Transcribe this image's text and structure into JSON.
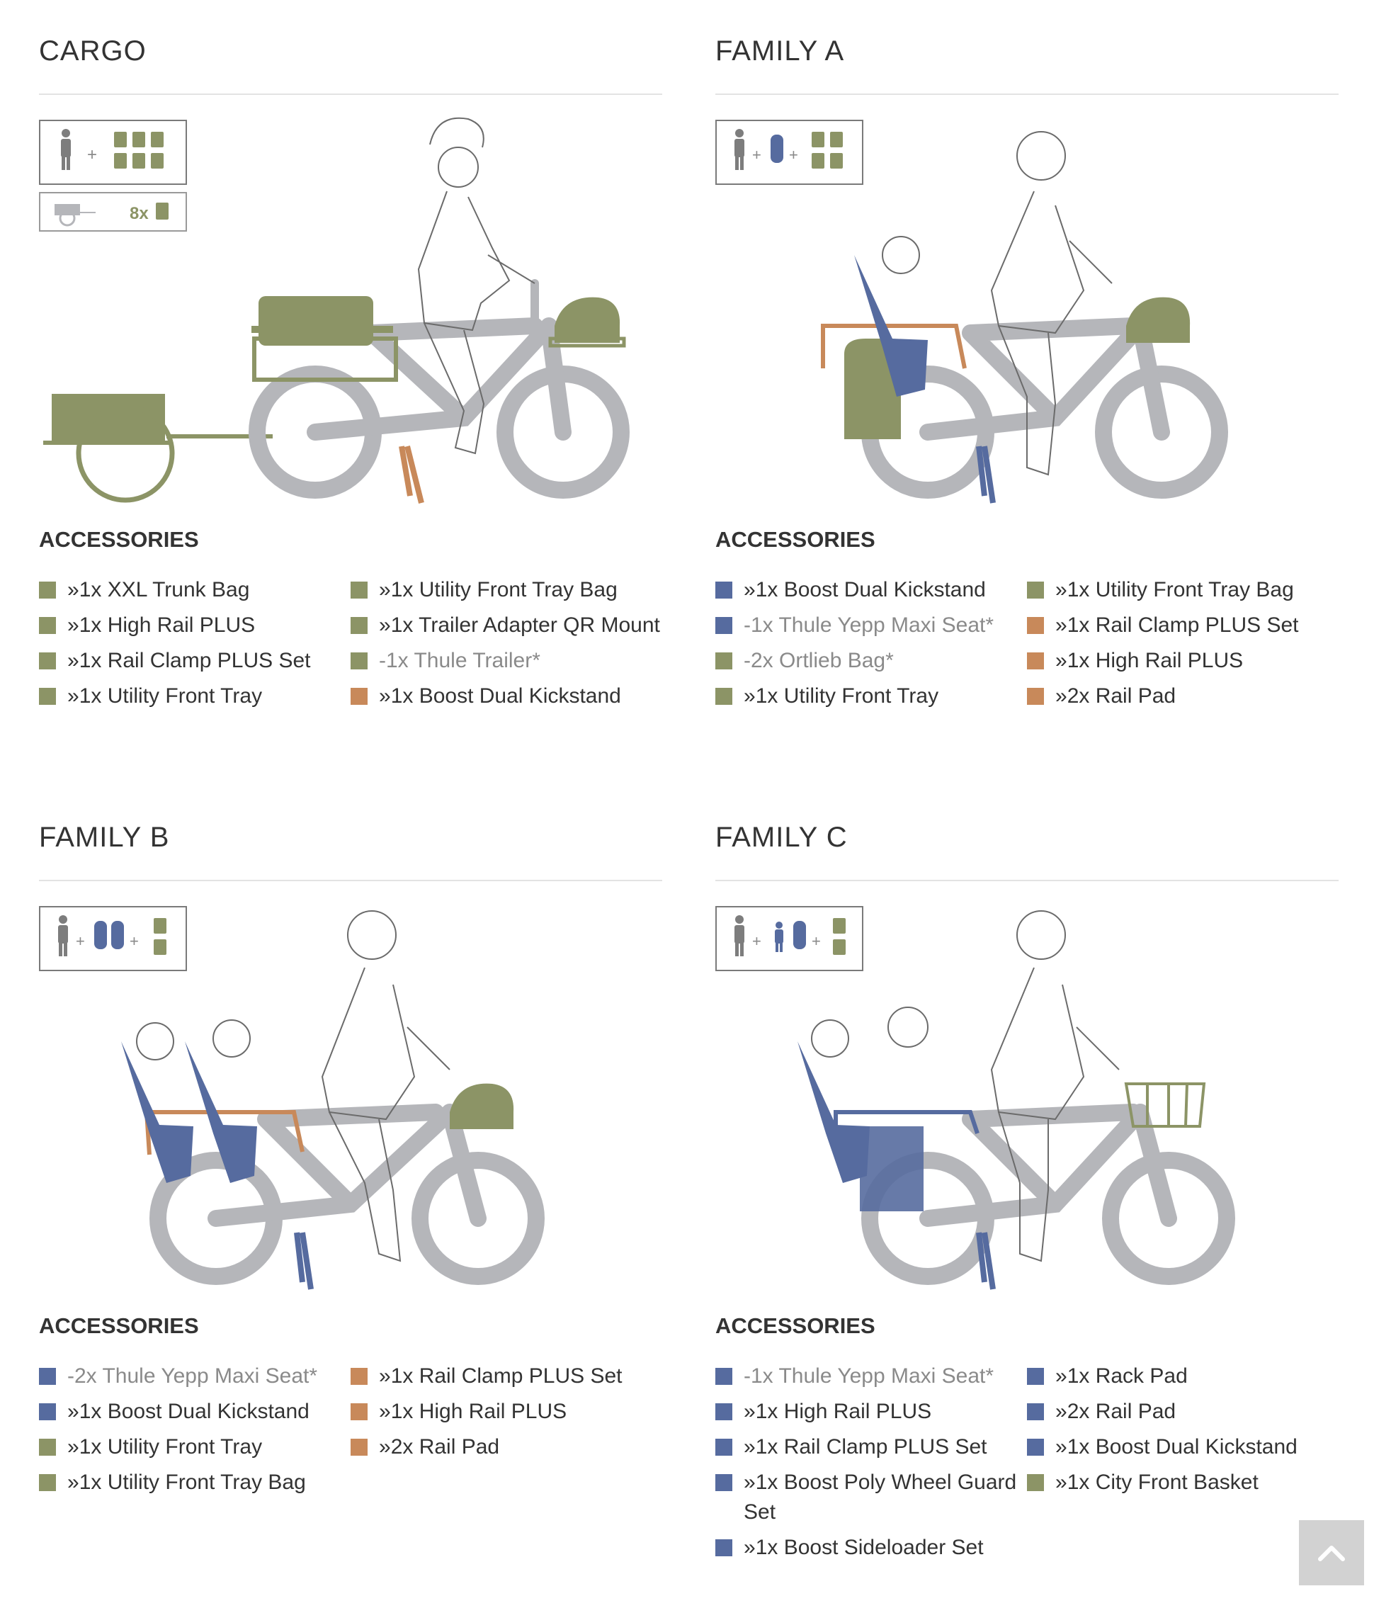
{
  "colors": {
    "green": "#8c9466",
    "blue": "#566b9f",
    "orange": "#c8895a",
    "bike": "#b5b6ba",
    "line": "#6b6b6b"
  },
  "accessories_label": "ACCESSORIES",
  "panels": [
    {
      "title": "CARGO",
      "trailer_count": "8x",
      "columns": [
        [
          {
            "prefix": "»",
            "text": "1x XXL Trunk Bag",
            "color": "green",
            "muted": false
          },
          {
            "prefix": "»",
            "text": "1x High Rail PLUS",
            "color": "green",
            "muted": false
          },
          {
            "prefix": "»",
            "text": "1x Rail Clamp PLUS Set",
            "color": "green",
            "muted": false
          },
          {
            "prefix": "»",
            "text": "1x Utility Front Tray",
            "color": "green",
            "muted": false
          }
        ],
        [
          {
            "prefix": "»",
            "text": "1x Utility Front Tray Bag",
            "color": "green",
            "muted": false
          },
          {
            "prefix": "»",
            "text": "1x Trailer Adapter QR Mount",
            "color": "green",
            "muted": false
          },
          {
            "prefix": "-",
            "text": "1x Thule Trailer*",
            "color": "green",
            "muted": true
          },
          {
            "prefix": "»",
            "text": "1x Boost Dual Kickstand",
            "color": "orange",
            "muted": false
          }
        ]
      ]
    },
    {
      "title": "FAMILY A",
      "columns": [
        [
          {
            "prefix": "»",
            "text": "1x Boost Dual Kickstand",
            "color": "blue",
            "muted": false
          },
          {
            "prefix": "-",
            "text": "1x Thule Yepp Maxi Seat*",
            "color": "blue",
            "muted": true
          },
          {
            "prefix": "-",
            "text": "2x Ortlieb Bag*",
            "color": "green",
            "muted": true
          },
          {
            "prefix": "»",
            "text": "1x Utility Front Tray",
            "color": "green",
            "muted": false
          }
        ],
        [
          {
            "prefix": "»",
            "text": "1x Utility Front Tray Bag",
            "color": "green",
            "muted": false
          },
          {
            "prefix": "»",
            "text": "1x Rail Clamp PLUS Set",
            "color": "orange",
            "muted": false
          },
          {
            "prefix": "»",
            "text": "1x High Rail PLUS",
            "color": "orange",
            "muted": false
          },
          {
            "prefix": "»",
            "text": "2x Rail Pad",
            "color": "orange",
            "muted": false
          }
        ]
      ]
    },
    {
      "title": "FAMILY B",
      "columns": [
        [
          {
            "prefix": "-",
            "text": "2x Thule Yepp Maxi Seat*",
            "color": "blue",
            "muted": true
          },
          {
            "prefix": "»",
            "text": "1x Boost Dual Kickstand",
            "color": "blue",
            "muted": false
          },
          {
            "prefix": "»",
            "text": "1x Utility Front Tray",
            "color": "green",
            "muted": false
          },
          {
            "prefix": "»",
            "text": "1x Utility Front Tray Bag",
            "color": "green",
            "muted": false
          }
        ],
        [
          {
            "prefix": "»",
            "text": "1x Rail Clamp PLUS Set",
            "color": "orange",
            "muted": false
          },
          {
            "prefix": "»",
            "text": "1x High Rail PLUS",
            "color": "orange",
            "muted": false
          },
          {
            "prefix": "»",
            "text": "2x Rail Pad",
            "color": "orange",
            "muted": false
          }
        ]
      ]
    },
    {
      "title": "FAMILY C",
      "columns": [
        [
          {
            "prefix": "-",
            "text": "1x Thule Yepp Maxi Seat*",
            "color": "blue",
            "muted": true
          },
          {
            "prefix": "»",
            "text": "1x High Rail PLUS",
            "color": "blue",
            "muted": false
          },
          {
            "prefix": "»",
            "text": "1x Rail Clamp PLUS Set",
            "color": "blue",
            "muted": false
          },
          {
            "prefix": "»",
            "text": "1x Boost Poly Wheel Guard Set",
            "color": "blue",
            "muted": false
          },
          {
            "prefix": "»",
            "text": "1x Boost Sideloader Set",
            "color": "blue",
            "muted": false
          }
        ],
        [
          {
            "prefix": "»",
            "text": "1x Rack Pad",
            "color": "blue",
            "muted": false
          },
          {
            "prefix": "»",
            "text": "2x Rail Pad",
            "color": "blue",
            "muted": false
          },
          {
            "prefix": "»",
            "text": "1x Boost Dual Kickstand",
            "color": "blue",
            "muted": false
          },
          {
            "prefix": "»",
            "text": "1x City Front Basket",
            "color": "green",
            "muted": false
          }
        ]
      ]
    }
  ],
  "back_to_top": {
    "icon": "chevron-up-icon"
  }
}
